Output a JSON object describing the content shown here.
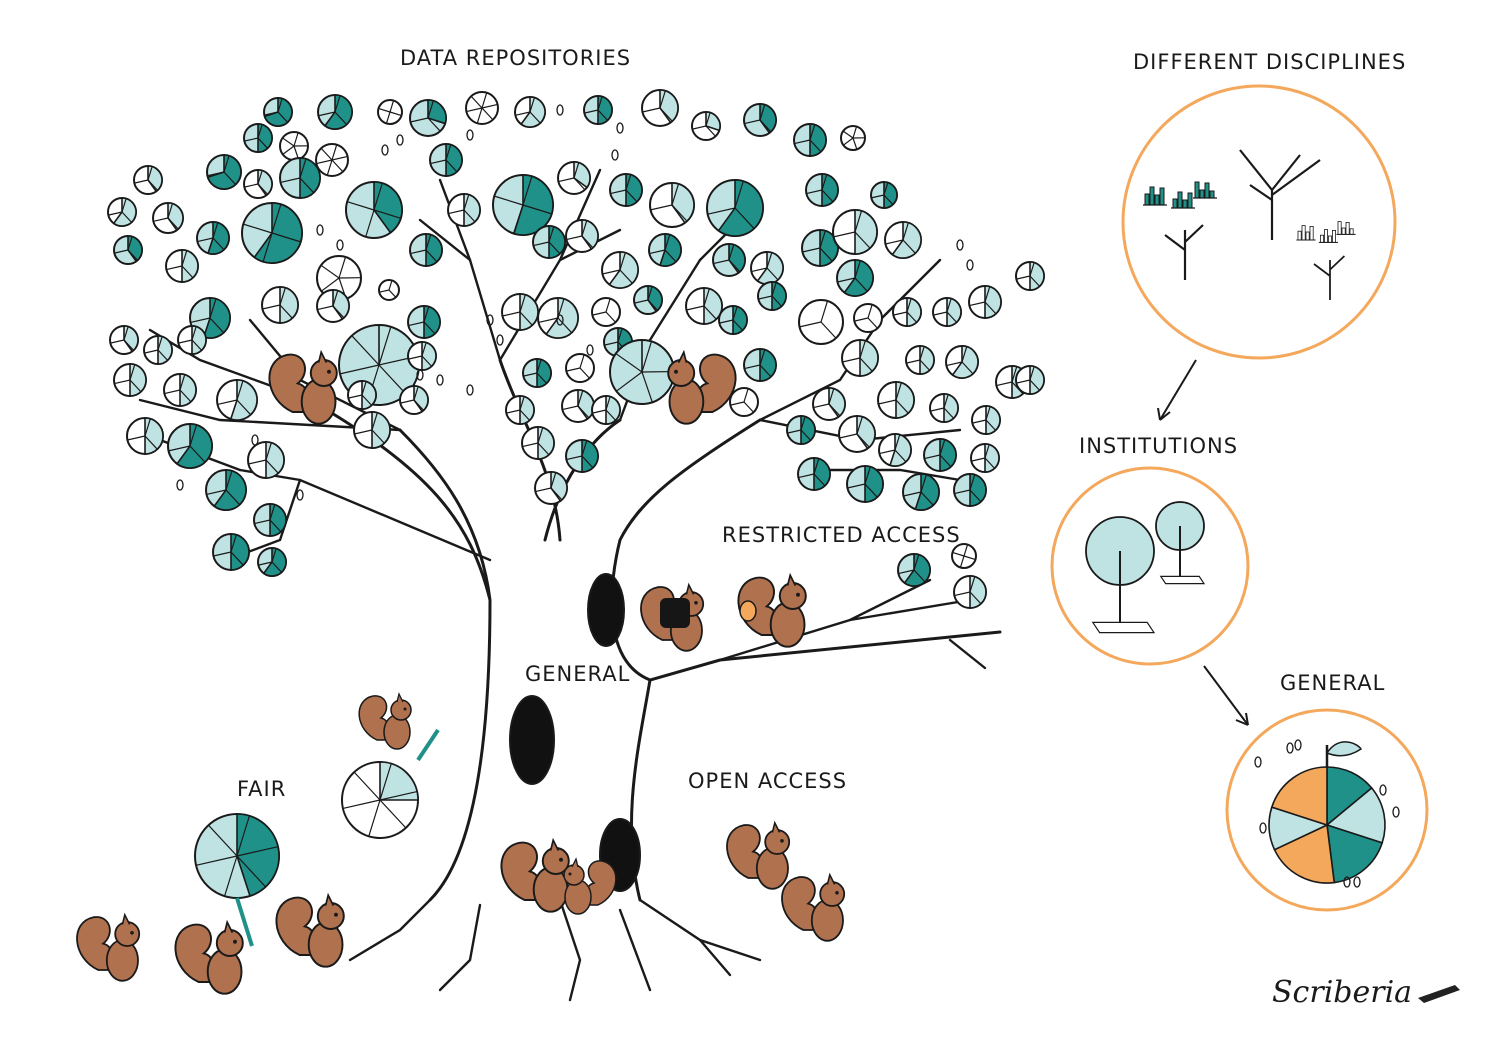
{
  "labels": {
    "data_repositories": "DATA REPOSITORIES",
    "different_disciplines": "DIFFERENT DISCIPLINES",
    "institutions": "INSTITUTIONS",
    "general_right": "GENERAL",
    "restricted_access": "RESTRICTED ACCESS",
    "general_trunk": "GENERAL",
    "open_access": "OPEN ACCESS",
    "fair": "FAIR"
  },
  "signature": "Scriberia",
  "colors": {
    "teal": "#1f9188",
    "light_teal": "#bfe3e2",
    "squirrel": "#b0714e",
    "orange": "#f4a85c",
    "ink": "#1a1a1a"
  }
}
